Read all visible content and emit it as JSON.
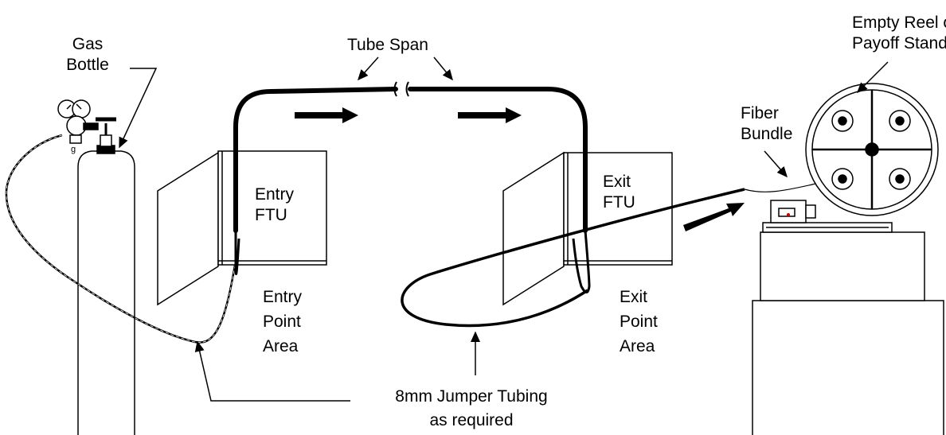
{
  "labels": {
    "gas_bottle_1": "Gas",
    "gas_bottle_2": "Bottle",
    "tube_span": "Tube Span",
    "empty_reel_1": "Empty Reel on",
    "empty_reel_2": "Payoff Stand",
    "fiber_bundle_1": "Fiber",
    "fiber_bundle_2": "Bundle",
    "entry_ftu_1": "Entry",
    "entry_ftu_2": "FTU",
    "exit_ftu_1": "Exit",
    "exit_ftu_2": "FTU",
    "entry_point_1": "Entry",
    "entry_point_2": "Point",
    "entry_point_3": "Area",
    "exit_point_1": "Exit",
    "exit_point_2": "Point",
    "exit_point_3": "Area",
    "jumper_1": "8mm Jumper Tubing",
    "jumper_2": "as required"
  },
  "colors": {
    "line": "#000000",
    "background": "#ffffff",
    "valve_accent": "#cc0000"
  }
}
